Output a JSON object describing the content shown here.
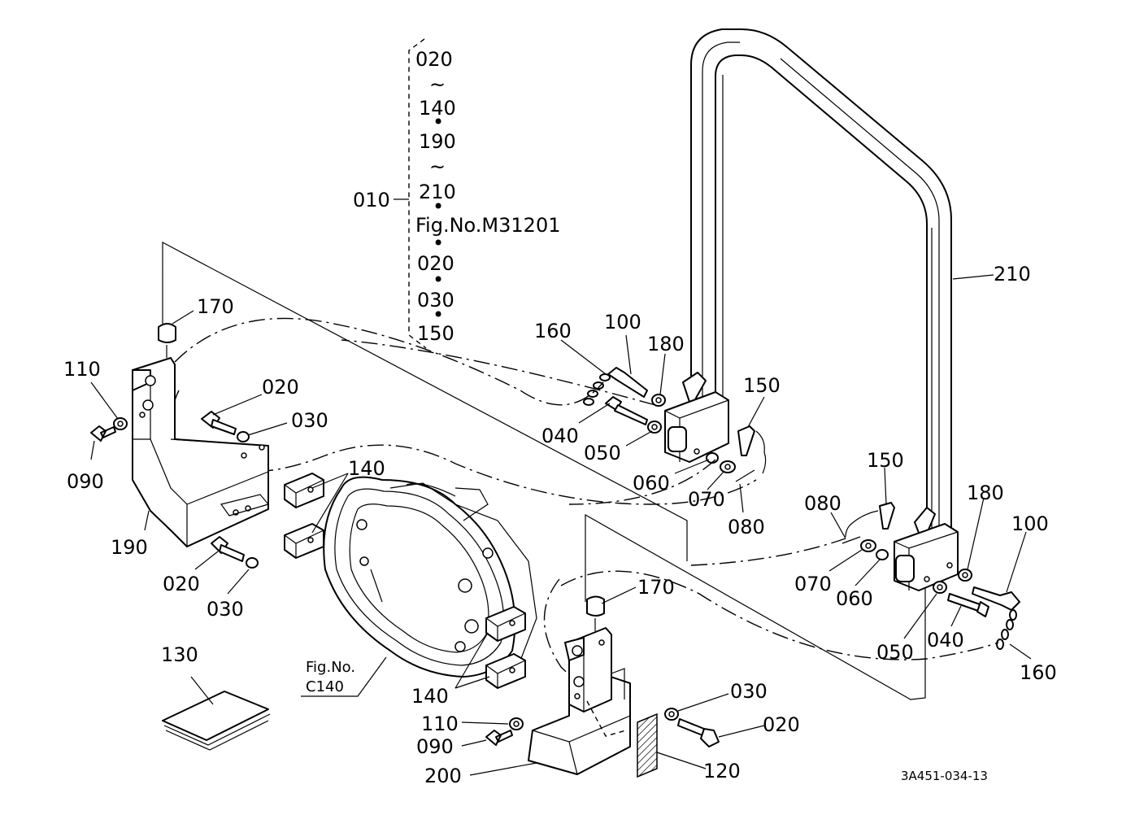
{
  "assembly_note": {
    "ref": "010",
    "lines": [
      "020",
      "~",
      "140",
      "•",
      "190",
      "~",
      "210",
      "•",
      "Fig.No.M31201",
      "•",
      "020",
      "•",
      "030",
      "•",
      "150"
    ]
  },
  "part_labels": [
    {
      "id": "p210",
      "text": "210"
    },
    {
      "id": "p170a",
      "text": "170"
    },
    {
      "id": "p110a",
      "text": "110"
    },
    {
      "id": "p090a",
      "text": "090"
    },
    {
      "id": "p020a",
      "text": "020"
    },
    {
      "id": "p030a",
      "text": "030"
    },
    {
      "id": "p140a",
      "text": "140"
    },
    {
      "id": "p190",
      "text": "190"
    },
    {
      "id": "p020b",
      "text": "020"
    },
    {
      "id": "p030b",
      "text": "030"
    },
    {
      "id": "p160a",
      "text": "160"
    },
    {
      "id": "p100a",
      "text": "100"
    },
    {
      "id": "p180a",
      "text": "180"
    },
    {
      "id": "p150a",
      "text": "150"
    },
    {
      "id": "p040a",
      "text": "040"
    },
    {
      "id": "p050a",
      "text": "050"
    },
    {
      "id": "p060a",
      "text": "060"
    },
    {
      "id": "p070a",
      "text": "070"
    },
    {
      "id": "p080a",
      "text": "080"
    },
    {
      "id": "p150b",
      "text": "150"
    },
    {
      "id": "p080b",
      "text": "080"
    },
    {
      "id": "p180b",
      "text": "180"
    },
    {
      "id": "p100b",
      "text": "100"
    },
    {
      "id": "p070b",
      "text": "070"
    },
    {
      "id": "p060b",
      "text": "060"
    },
    {
      "id": "p050b",
      "text": "050"
    },
    {
      "id": "p040b",
      "text": "040"
    },
    {
      "id": "p160b",
      "text": "160"
    },
    {
      "id": "p170b",
      "text": "170"
    },
    {
      "id": "p130",
      "text": "130"
    },
    {
      "id": "p140b",
      "text": "140"
    },
    {
      "id": "p030c",
      "text": "030"
    },
    {
      "id": "p020c",
      "text": "020"
    },
    {
      "id": "p110b",
      "text": "110"
    },
    {
      "id": "p090b",
      "text": "090"
    },
    {
      "id": "p200",
      "text": "200"
    },
    {
      "id": "p120",
      "text": "120"
    }
  ],
  "figure_ref": {
    "line1": "Fig.No.",
    "line2": "C140"
  },
  "drawing_code": "3A451-034-13"
}
